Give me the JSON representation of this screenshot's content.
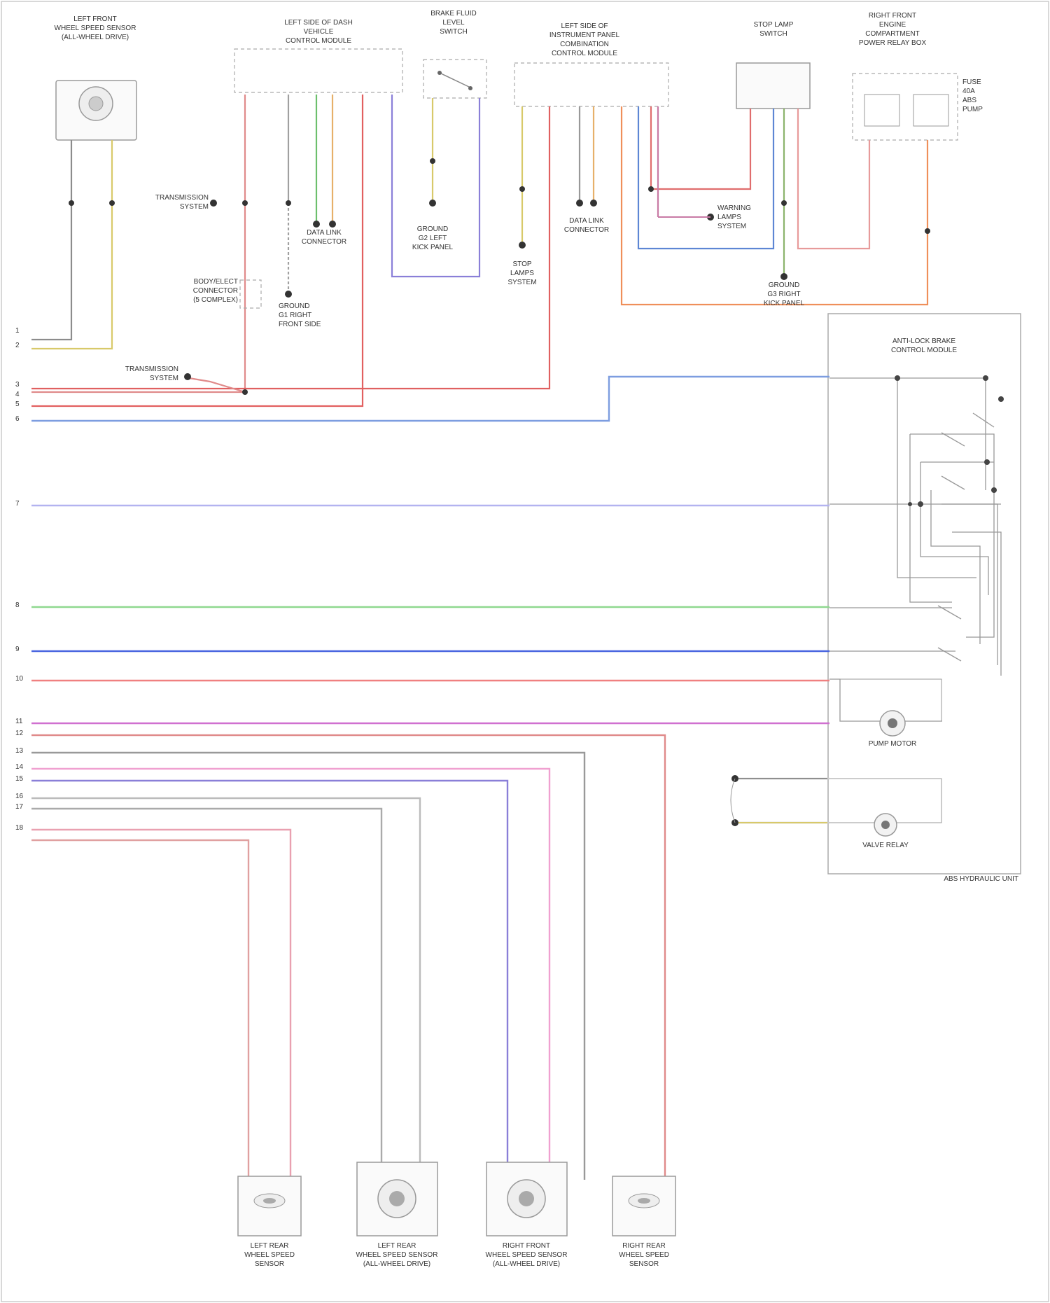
{
  "diagram": {
    "components": {
      "lf_speed_sensor": [
        "LEFT FRONT",
        "WHEEL SPEED SENSOR",
        "(ALL-WHEEL DRIVE)"
      ],
      "left_side_module": [
        "LEFT SIDE OF DASH",
        "VEHICLE",
        "CONTROL MODULE"
      ],
      "brake_switch": [
        "BRAKE FLUID",
        "LEVEL",
        "SWITCH"
      ],
      "instrument_cluster": [
        "LEFT SIDE OF",
        "INSTRUMENT PANEL",
        "COMBINATION",
        "CONTROL MODULE"
      ],
      "stop_lamp_switch": [
        "STOP LAMP",
        "SWITCH"
      ],
      "relay_box": [
        "RIGHT FRONT",
        "ENGINE",
        "COMPARTMENT",
        "POWER RELAY BOX"
      ],
      "abs_module": [
        "ANTI-LOCK BRAKE",
        "CONTROL MODULE"
      ],
      "module_footer": [
        "ABS HYDRAULIC UNIT"
      ],
      "bottom_sensors": [
        [
          "LEFT REAR",
          "WHEEL SPEED",
          "SENSOR"
        ],
        [
          "LEFT REAR",
          "WHEEL SPEED SENSOR",
          "(ALL-WHEEL DRIVE)"
        ],
        [
          "RIGHT FRONT",
          "WHEEL SPEED SENSOR",
          "(ALL-WHEEL DRIVE)"
        ],
        [
          "RIGHT REAR",
          "WHEEL SPEED",
          "SENSOR"
        ]
      ]
    },
    "notes": {
      "transmission_top": [
        "TRANSMISSION",
        "SYSTEM"
      ],
      "transmission_mid": [
        "TRANSMISSION",
        "SYSTEM"
      ],
      "splice_left": [
        "BODY/ELECT",
        "CONNECTOR",
        "(5 COMPLEX)"
      ],
      "ground_left": [
        "GROUND",
        "G1 RIGHT",
        "FRONT SIDE"
      ],
      "ground_mid": [
        "GROUND",
        "G2 LEFT",
        "KICK PANEL"
      ],
      "ground_stop": [
        "GROUND",
        "G3 RIGHT",
        "KICK PANEL"
      ],
      "data_link_1": [
        "DATA LINK",
        "CONNECTOR"
      ],
      "data_link_2": [
        "DATA LINK",
        "CONNECTOR"
      ],
      "stop_lamps": [
        "STOP",
        "LAMPS",
        "SYSTEM"
      ],
      "fuse": [
        "FUSE",
        "40A",
        "ABS",
        "PUMP"
      ],
      "warning": [
        "WARNING",
        "LAMPS",
        "SYSTEM"
      ],
      "pump_motor": [
        "PUMP MOTOR"
      ],
      "valve_relay": [
        "VALVE RELAY"
      ]
    },
    "pins": [
      "1",
      "2",
      "3",
      "4",
      "5",
      "6",
      "7",
      "8",
      "9",
      "10",
      "11",
      "12",
      "13",
      "14",
      "15",
      "16",
      "17",
      "18"
    ]
  }
}
